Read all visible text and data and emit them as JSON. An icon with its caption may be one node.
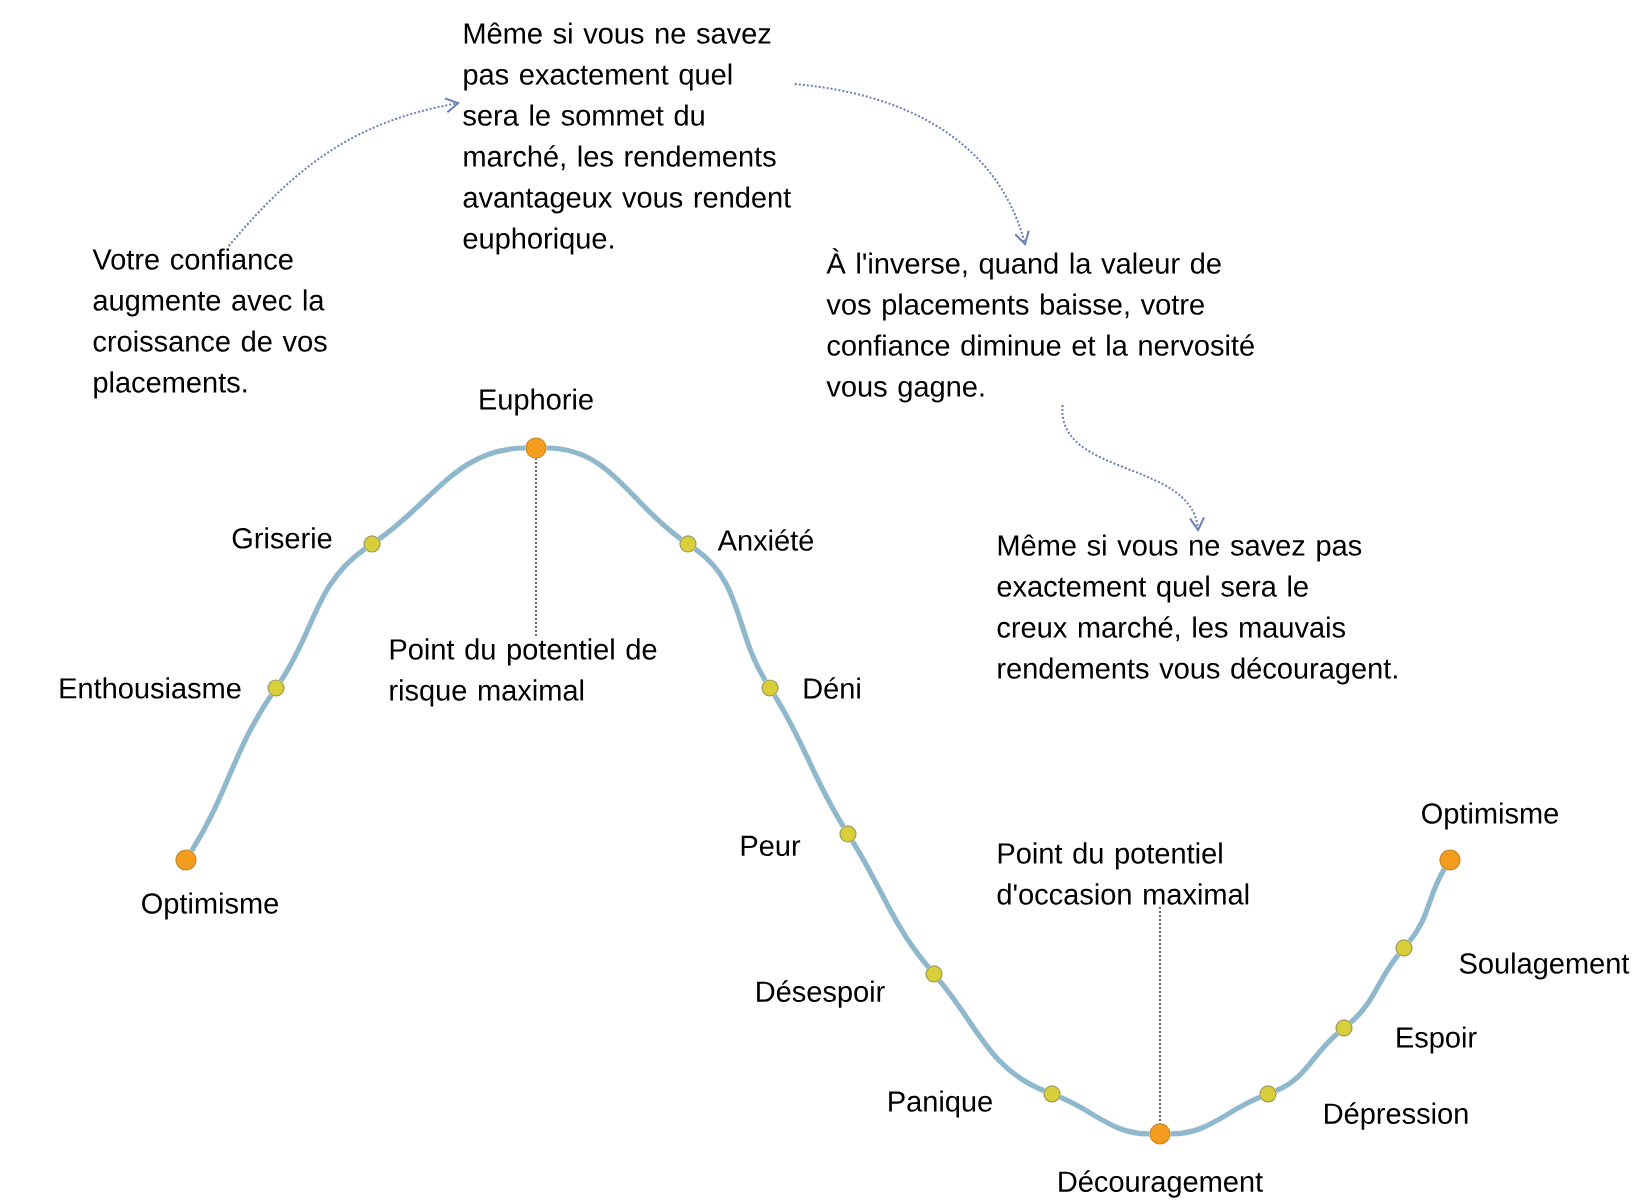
{
  "diagram": {
    "nodes": [
      {
        "text": [
          "Votre confiance augmente avec la croissance de vos placements."
        ]
      },
      {
        "text": [
          "Même si vous ne savez pas exactement quel sera le sommet du marché, les rendements avantageux vous rendent euphorique."
        ]
      },
      {
        "text": [
          "À l'inverse, quand la valeur de vos placements baisse, votre confiance diminue et la nervosité vous gagne."
        ]
      },
      {
        "text": [
          "Même si vous ne savez pas exactement quel sera le creux marché, les mauvais rendements vous découragent."
        ]
      },
      {
        "text": [
          "Point du potentiel de risque maximal"
        ]
      },
      {
        "text": [
          "Point du potentiel d'occasion maximal"
        ]
      },
      {
        "text": [],
        "shape": "circle",
        "beside": [
          "Optimisme"
        ]
      },
      {
        "text": [],
        "shape": "circle",
        "beside": [
          "Enthousiasme"
        ]
      },
      {
        "text": [],
        "shape": "circle",
        "beside": [
          "Griserie"
        ]
      },
      {
        "text": [],
        "shape": "circle",
        "beside": [
          "Euphorie"
        ]
      },
      {
        "text": [],
        "shape": "circle",
        "beside": [
          "Anxiété"
        ]
      },
      {
        "text": [],
        "shape": "circle",
        "beside": [
          "Déni"
        ]
      },
      {
        "text": [],
        "shape": "circle",
        "beside": [
          "Peur"
        ]
      },
      {
        "text": [],
        "shape": "circle",
        "beside": [
          "Désespoir"
        ]
      },
      {
        "text": [],
        "shape": "circle",
        "beside": [
          "Panique"
        ]
      },
      {
        "text": [],
        "shape": "circle",
        "beside": [
          "Découragement"
        ]
      },
      {
        "text": [],
        "shape": "circle",
        "beside": [
          "Dépression"
        ]
      },
      {
        "text": [],
        "shape": "circle",
        "beside": [
          "Espoir"
        ]
      },
      {
        "text": [],
        "shape": "circle",
        "beside": [
          "Soulagement"
        ]
      },
      {
        "text": [],
        "shape": "circle",
        "beside": [
          "Optimisme"
        ]
      }
    ],
    "edges": [
      {
        "from": 0,
        "to": 1,
        "arrow": "to",
        "style": "dashed",
        "color": "#6a7fb5"
      },
      {
        "from": 1,
        "to": 2,
        "arrow": "to",
        "style": "dashed",
        "color": "#6a7fb5"
      },
      {
        "from": 2,
        "to": 3,
        "arrow": "to",
        "style": "dashed",
        "color": "#6a7fb5"
      },
      {
        "from": 4,
        "to": 9,
        "arrow": "none",
        "style": "dashed",
        "color": "#666666"
      },
      {
        "from": 5,
        "to": 15,
        "arrow": "none",
        "style": "dashed",
        "color": "#666666"
      },
      {
        "from": 6,
        "to": 7,
        "arrow": "none"
      },
      {
        "from": 7,
        "to": 8,
        "arrow": "none"
      },
      {
        "from": 8,
        "to": 9,
        "arrow": "none"
      },
      {
        "from": 9,
        "to": 10,
        "arrow": "none"
      },
      {
        "from": 10,
        "to": 11,
        "arrow": "none"
      },
      {
        "from": 11,
        "to": 12,
        "arrow": "none"
      },
      {
        "from": 12,
        "to": 13,
        "arrow": "none"
      },
      {
        "from": 13,
        "to": 14,
        "arrow": "none"
      },
      {
        "from": 14,
        "to": 15,
        "arrow": "none"
      },
      {
        "from": 15,
        "to": 16,
        "arrow": "none"
      },
      {
        "from": 16,
        "to": 17,
        "arrow": "none"
      },
      {
        "from": 17,
        "to": 18,
        "arrow": "none"
      },
      {
        "from": 18,
        "to": 19,
        "arrow": "none"
      }
    ]
  }
}
